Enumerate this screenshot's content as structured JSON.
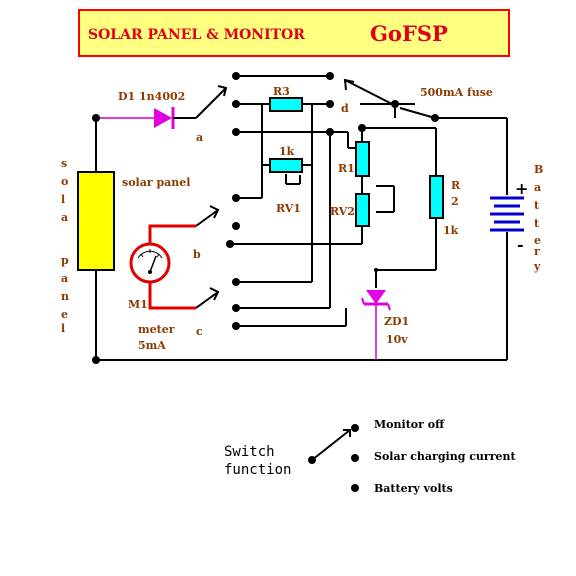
{
  "title": {
    "main": "SOLAR PANEL & MONITOR",
    "callsign": "GoFSP",
    "box_fill": "#ffff80",
    "box_border": "#ff0000"
  },
  "components": {
    "diode": "D1 1n4002",
    "fuse": "500mA fuse",
    "r3": "R3",
    "r1": "R1",
    "r2": "R",
    "r2_num": "2",
    "r2_value": "1k",
    "rv1_value": "1k",
    "rv1": "RV1",
    "rv2": "RV2",
    "zener": "ZD1",
    "zener_value": "10v",
    "meter": "M1",
    "meter_desc": "meter",
    "meter_range": "5mA",
    "solar_panel_label": "solar panel",
    "solar_vertical": [
      "s",
      "o",
      "l",
      "a",
      "",
      "p",
      "a",
      "n",
      "e",
      "l"
    ],
    "battery_vertical": [
      "B",
      "a",
      "t",
      "t",
      "e",
      "r",
      "y"
    ],
    "battery_plus": "+",
    "battery_minus": "-"
  },
  "switch_terminals": {
    "a": "a",
    "b": "b",
    "c": "c",
    "d": "d"
  },
  "legend": {
    "heading_line1": "Switch",
    "heading_line2": "function",
    "items": [
      "Monitor off",
      "Solar charging current",
      "Battery volts"
    ]
  },
  "colors": {
    "wire": "#000000",
    "meter_wire": "#e00000",
    "diode": "#e000e0",
    "resistor": "#00ffff",
    "panel": "#ffff00",
    "battery": "#0000cc",
    "label": "#8b3a00"
  }
}
